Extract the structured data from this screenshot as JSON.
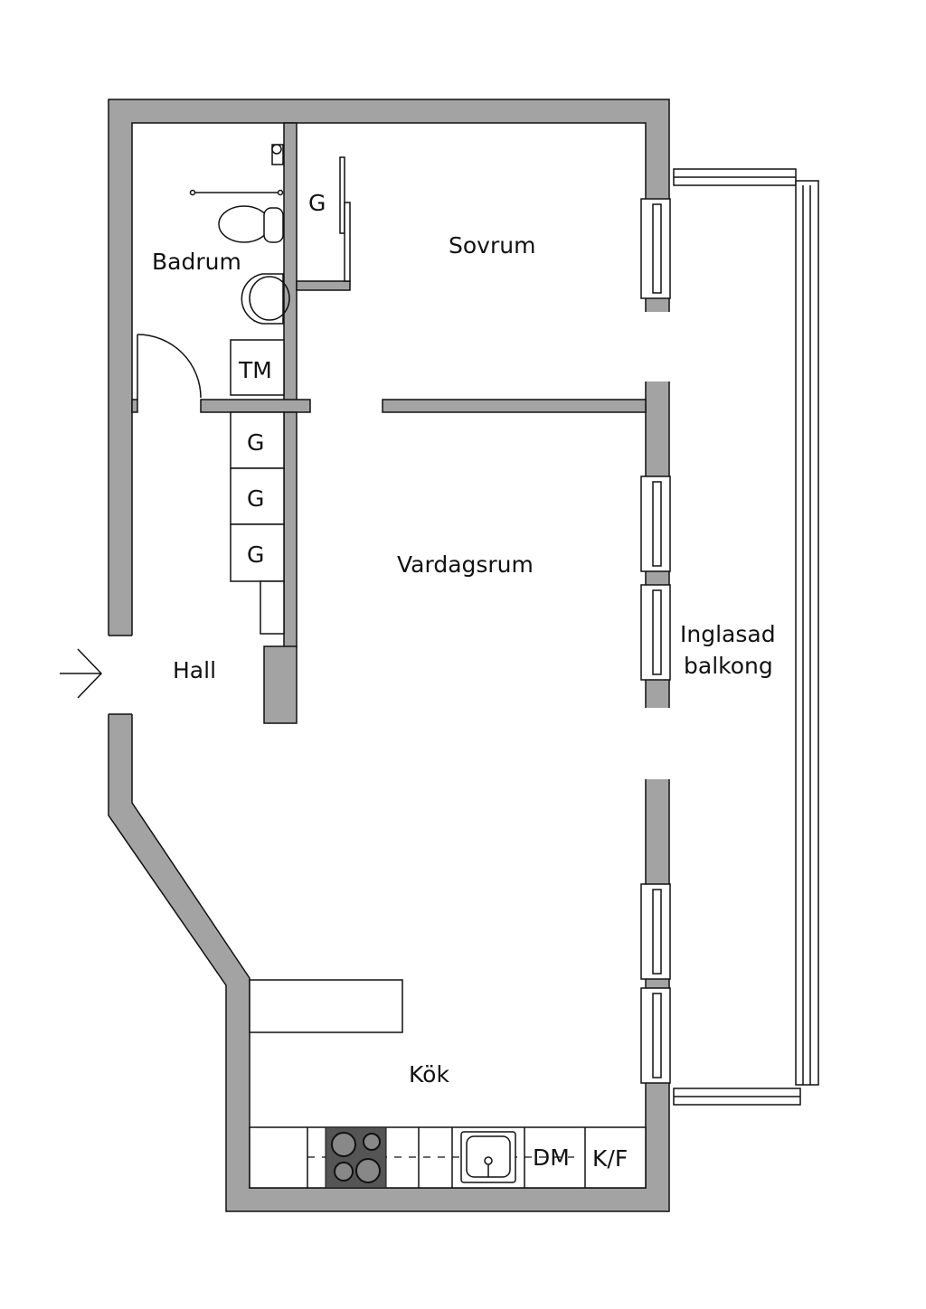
{
  "rooms": {
    "bathroom": "Badrum",
    "bedroom": "Sovrum",
    "living": "Vardagsrum",
    "hall": "Hall",
    "kitchen": "Kök",
    "balcony_line1": "Inglasad",
    "balcony_line2": "balkong"
  },
  "fixtures": {
    "wardrobe": "G",
    "washing_machine": "TM",
    "dishwasher": "DM",
    "fridge_freezer": "K/F"
  },
  "colors": {
    "wall": "#a3a3a3",
    "stove": "#555555"
  }
}
